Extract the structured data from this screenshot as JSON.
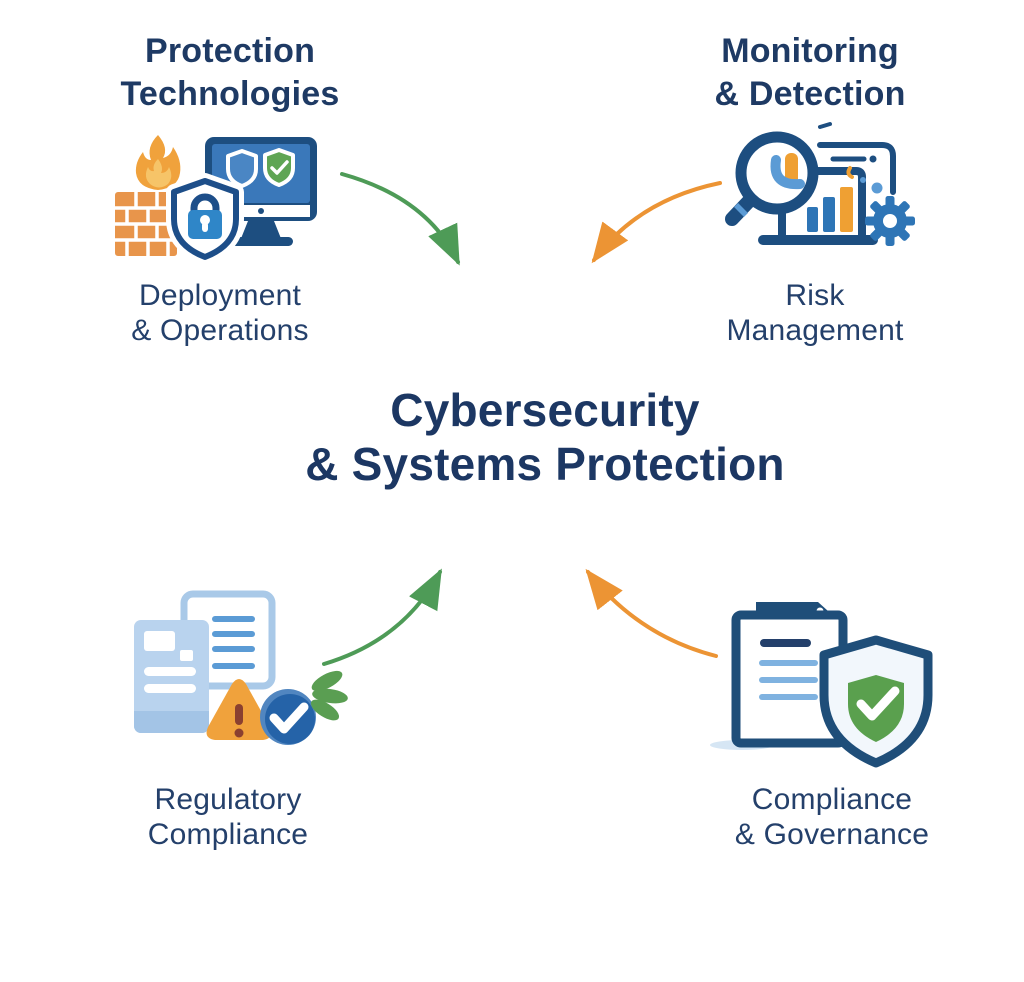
{
  "diagram": {
    "center": {
      "title_line1": "Cybersecurity",
      "title_line2": "& Systems Protection"
    },
    "quadrants": {
      "top_left": {
        "heading_line1": "Protection",
        "heading_line2": "Technologies",
        "label_line1": "Deployment",
        "label_line2": "& Operations",
        "icon": "firewall-flame-lock-shield-monitor"
      },
      "top_right": {
        "heading_line1": "Monitoring",
        "heading_line2": "& Detection",
        "label_line1": "Risk",
        "label_line2": "Management",
        "icon": "magnifier-bar-chart-gear"
      },
      "bottom_left": {
        "label_line1": "Regulatory",
        "label_line2": "Compliance",
        "icon": "documents-warning-checkmark-leaves"
      },
      "bottom_right": {
        "label_line1": "Compliance",
        "label_line2": "& Governance",
        "icon": "clipboard-shield-checkmark"
      }
    },
    "arrows": [
      {
        "name": "arrow-top-left-to-center",
        "color": "#4e9b57"
      },
      {
        "name": "arrow-top-right-to-center",
        "color": "#ec9434"
      },
      {
        "name": "arrow-bottom-left-to-center",
        "color": "#4e9b57"
      },
      {
        "name": "arrow-bottom-right-to-center",
        "color": "#ec9434"
      }
    ],
    "colors": {
      "background": "#ffffff",
      "text_navy": "#1e3a64",
      "arrow_green": "#4e9b57",
      "arrow_orange": "#ec9434",
      "icon_navy": "#1d4e80",
      "icon_blue": "#2e75b6",
      "icon_light_blue": "#b9d3ee",
      "icon_orange": "#f0a23c",
      "icon_green": "#5aa04e"
    }
  }
}
